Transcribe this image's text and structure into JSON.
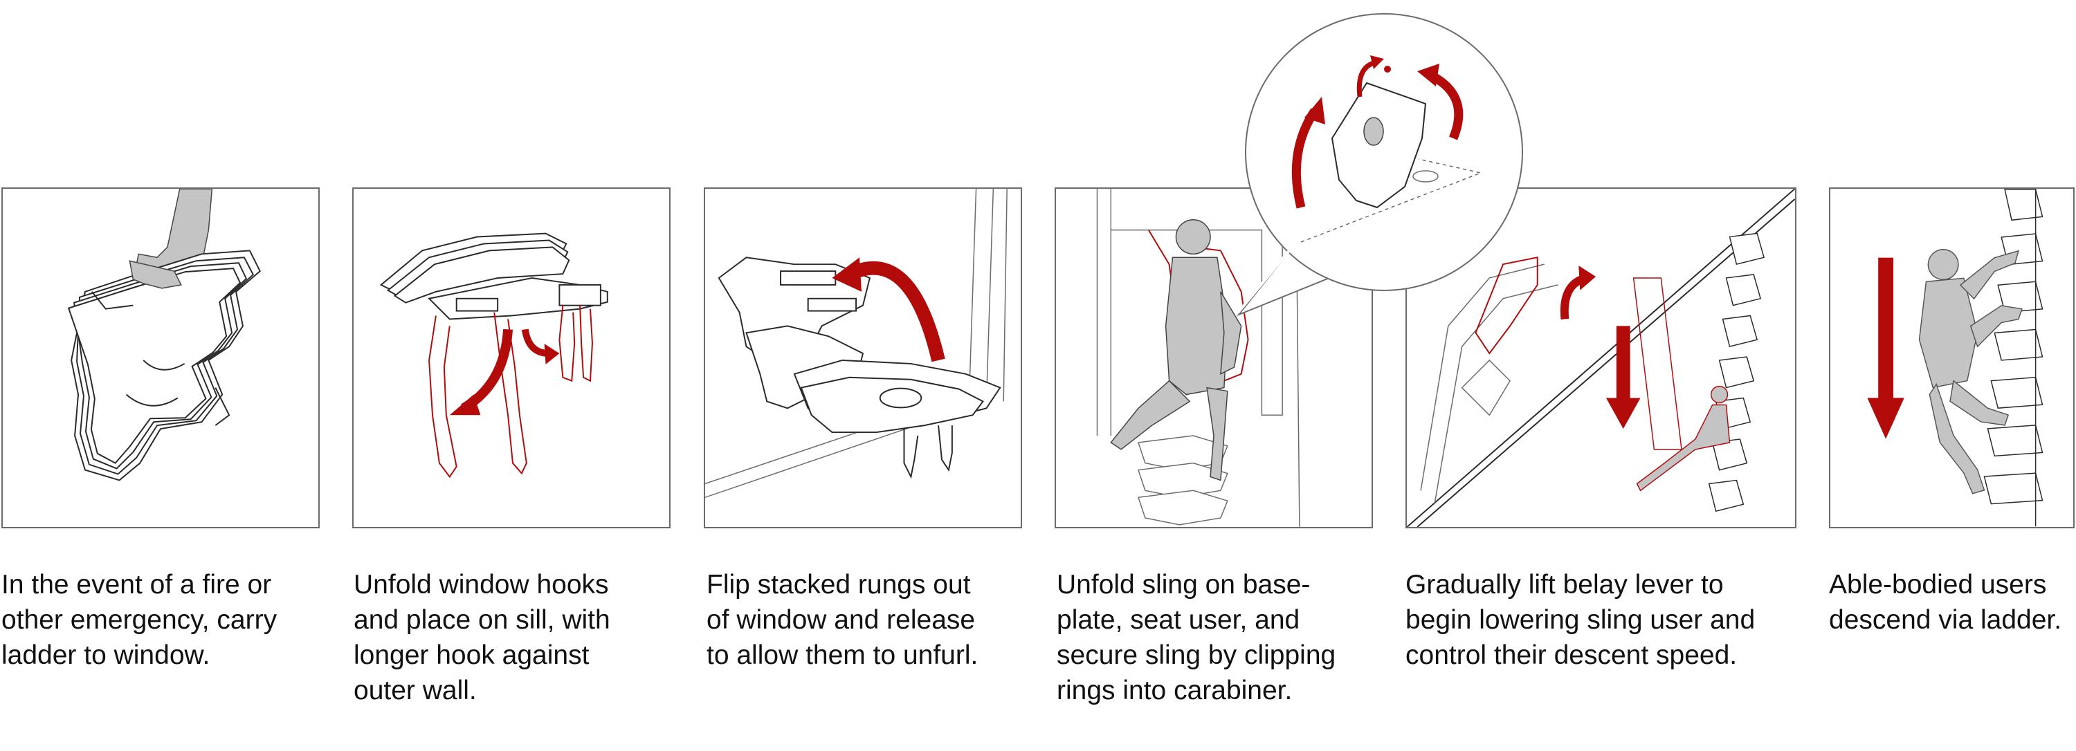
{
  "steps": [
    {
      "caption": "In the event of a fire or\nother emergency, carry\nladder to window."
    },
    {
      "caption": "Unfold window hooks\nand place on sill, with\nlonger hook against\nouter wall."
    },
    {
      "caption": "Flip stacked rungs out\nof window and release\nto allow them to unfurl."
    },
    {
      "caption": "Unfold sling on base-\nplate, seat user, and\nsecure sling by clipping\nrings into carabiner."
    },
    {
      "caption": "Gradually lift belay lever to\nbegin lowering sling user and\ncontrol their descent speed."
    },
    {
      "caption": "Able-bodied users\ndescend via ladder."
    }
  ],
  "colors": {
    "accent_red": "#b30a0a",
    "line_dark": "#2a2a2a",
    "figure_gray": "#c4c4c4",
    "frame_gray": "#6b6b6b"
  }
}
